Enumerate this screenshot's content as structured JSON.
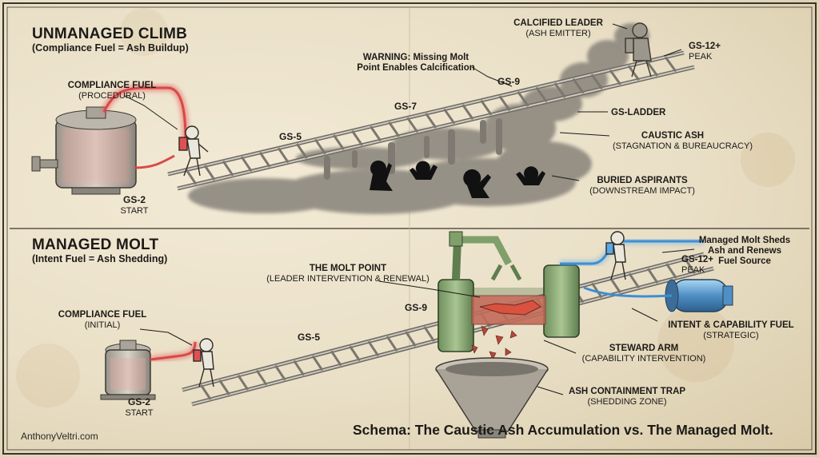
{
  "top": {
    "title": "UNMANAGED CLIMB",
    "subtitle": "(Compliance Fuel = Ash Buildup)",
    "fuel_label": "COMPLIANCE FUEL",
    "fuel_sub": "(PROCEDURAL)",
    "warning_line1": "WARNING: Missing Molt",
    "warning_line2": "Point Enables Calcification",
    "leader_label": "CALCIFIED LEADER",
    "leader_sub": "(ASH EMITTER)",
    "peak_label": "GS-12+",
    "peak_sub": "PEAK",
    "ladder_label": "GS-LADDER",
    "ash_label": "CAUSTIC ASH",
    "ash_sub": "(STAGNATION & BUREAUCRACY)",
    "buried_label": "BURIED ASPIRANTS",
    "buried_sub": "(DOWNSTREAM IMPACT)",
    "start_label": "GS-2",
    "start_sub": "START",
    "grades": [
      "GS-5",
      "GS-7",
      "GS-9"
    ]
  },
  "bottom": {
    "title": "MANAGED MOLT",
    "subtitle": "(Intent Fuel = Ash Shedding)",
    "fuel_label": "COMPLIANCE FUEL",
    "fuel_sub": "(INITIAL)",
    "molt_label": "THE MOLT POINT",
    "molt_sub": "(LEADER INTERVENTION & RENEWAL)",
    "managed_line1": "Managed Molt Sheds",
    "managed_line2": "Ash and Renews",
    "managed_line3": "Fuel Source",
    "peak_label": "GS-12+",
    "peak_sub": "PEAK",
    "intent_label": "INTENT & CAPABILITY FUEL",
    "intent_sub": "(STRATEGIC)",
    "steward_label": "STEWARD ARM",
    "steward_sub": "(CAPABILITY INTERVENTION)",
    "trap_label": "ASH CONTAINMENT TRAP",
    "trap_sub": "(SHEDDING ZONE)",
    "start_label": "GS-2",
    "start_sub": "START",
    "grades": [
      "GS-5",
      "GS-9"
    ]
  },
  "footer": {
    "schema": "Schema: The Caustic Ash Accumulation vs. The Managed Molt.",
    "credit": "AnthonyVeltri.com"
  },
  "colors": {
    "paper": "#eee4cf",
    "ink": "#1c1a17",
    "ash": "#8f8a80",
    "compliance_fuel": "#e05050",
    "intent_fuel": "#5aa8e6",
    "molt_machine": "#7fa06a"
  }
}
